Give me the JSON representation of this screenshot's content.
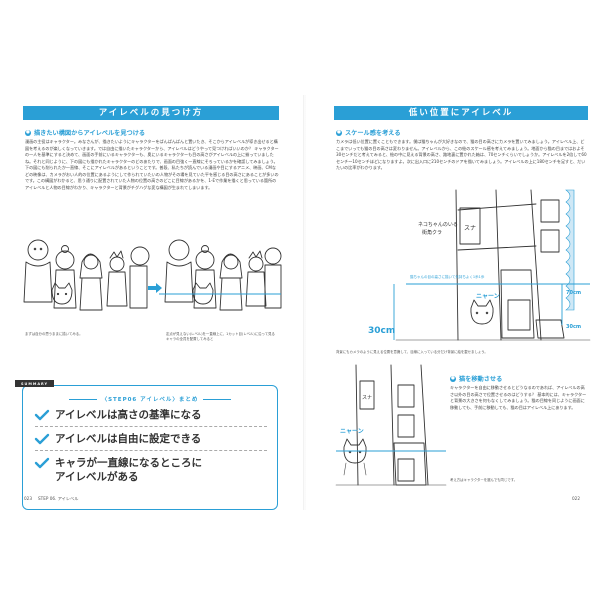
{
  "left": {
    "band_title": "アイレベルの見つけ方",
    "section1_title": "描きたい構図からアイレベルを見つける",
    "section1_body": "漫画の主役はキャラクター。みなさんが、描きたいようにキャラクターをぱんぱんぱんと置いたき、そこからアイレベルが導き出せると構図を考えるのが楽しくなっていきます。では自由に描いたキャラクターから、アイレベルはどうやって見つければいいのか？ キャラクターの一人を基準にすると決めて、画面の手前にいるキャラクターも、奥にいるキャラクターも目の高さがアイレベルの上に揃っていましたね。それと同じように、下の図にも描かれたキャラクターのどのあたりで、画面の目強く一直線にそろっているかを確認してみましょう。下の図にも削られたか一直線、そこにアイレベルがあるということです。普段、私たちが読んでいる漫画や目にするアニメ、映画、CMなどの映像は、カメラがおい人的の位置にあるようにして作られていたいの人物がその場を見ていた平を感じる目の高さにあることが多いのです。この構図がわかると、思う通りに配置されていた人物の位置の高さのどこに目線があるかを、1-Eで作業を描くと思っている箇所のアイレベルと人物の目線がわかり、キャラクターと背景がチグハグな変な構図が生まれてしまいます。",
    "caption1": "まずは自分の思うままに描いてみる。",
    "caption2": "定点が見えない(レベル)を一直線上に、1カット目(レベル)に沿って見るキャラの全員を配置してみると",
    "summary": {
      "tag": "SUMMARY",
      "title": "〈STEP06 アイレベル〉まとめ",
      "items": [
        "アイレベルは高さの基準になる",
        "アイレベルは自由に設定できる",
        "キャラが一直線になるところに",
        "アイレベルがある"
      ]
    },
    "page_number": "023",
    "footer": "STEP 06. アイレベル"
  },
  "right": {
    "band_title": "低い位置にアイレベル",
    "section1_title": "スケール感を考える",
    "section1_body": "カメラは低い位置に置くこともできます。僕は猫ちゃんが大好きなので、猫の目の高さにカメラを置いてみましょう。アイレベル上、どこまでいっても猫の目の高さは変わりません。アイレベルから、この絵のスケール感を考えてみましょう。地面から猫の目まではおよそ30センチだと考えてみると、絵の中に見える背景の高さ、路地裏に置かれた箱は、70センチくらいでしょうか。アイレベルを2倍して60センチ〜10センチほどになりますよ。次に出入口に210センチのドアを描いてみましょう。アイレベルの上に180センチを足すと、だいたいの比率がわかります。",
    "art_sign_line1": "ネコちゃんのいる",
    "art_sign_line2": "街角クラ",
    "art_label_inner": "猫ちゃんの目の高さに描いて気持ちよく1歩1歩",
    "art_cat_sound": "ニャーン",
    "art_height_label": "30cm",
    "art_measure_1": "70cm",
    "art_measure_2": "30cm",
    "caption1": "背景にもカメラのように見える位置を意識して、目線に入っている分だけ背景に絵を載せましょう。",
    "section2_title": "猫を移動させる",
    "section2_body": "キャラクターを自由に移動させるとどうなるのであれば、アイレベルの高さ以外の目の高さで位置させるのはどうする？ 基本的には、キャラクターと背景の大きさを何もなくしてみましょう。猫の目線を同じように画面に移動しても、手前に移動しても、猫の目はアイレベル上にあります。",
    "caption2": "考え方はキャラクターを選んでも同じです。",
    "art2_cat_sound": "ニャーン",
    "page_number": "022"
  },
  "colors": {
    "accent": "#2a9fd6",
    "ink": "#333333"
  }
}
